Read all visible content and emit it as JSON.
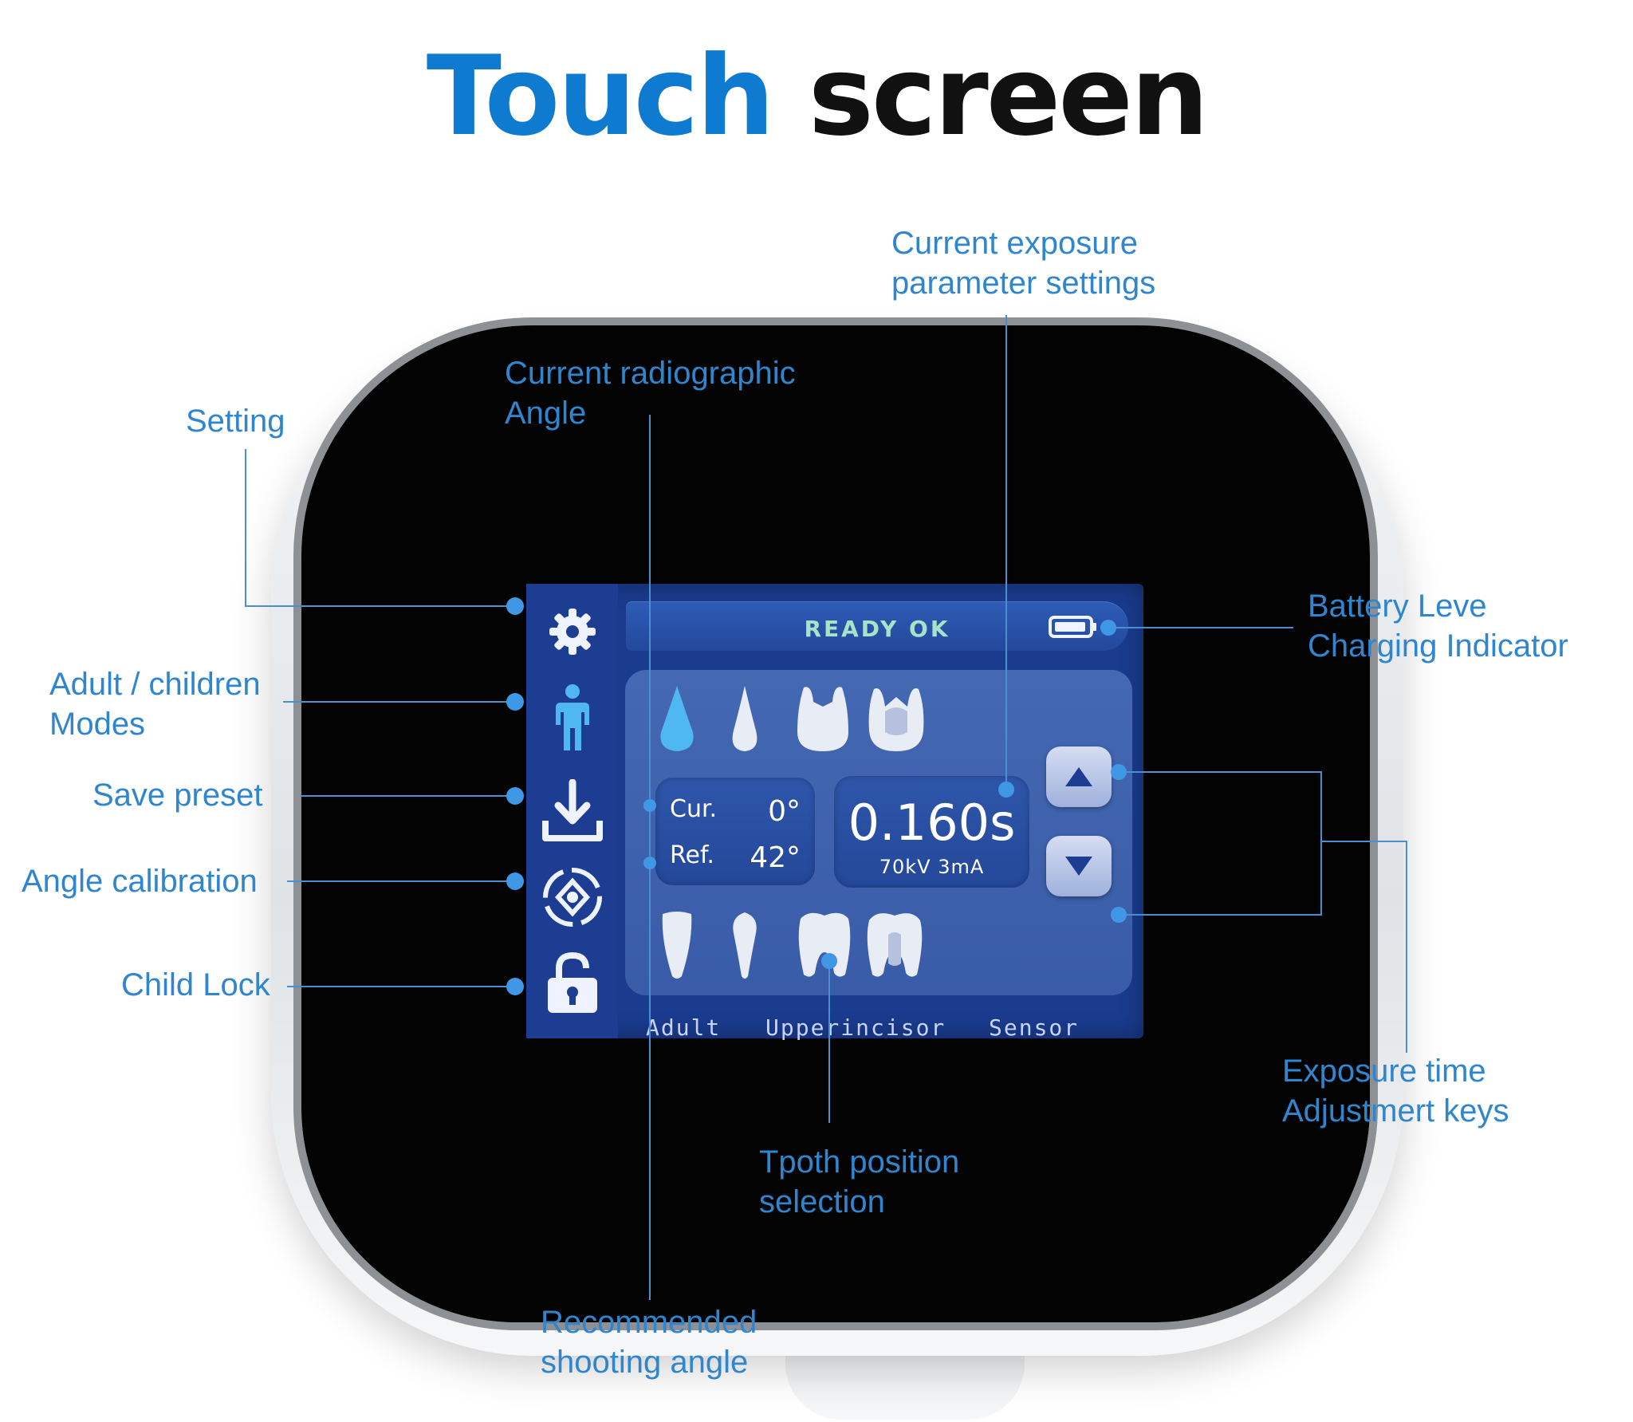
{
  "title": {
    "part1": "Touch",
    "part2": "screen"
  },
  "lcd": {
    "status": "READY OK",
    "angle": {
      "cur_label": "Cur.",
      "cur_value": "0°",
      "ref_label": "Ref.",
      "ref_value": "42°"
    },
    "exposure": {
      "time": "0.160s",
      "params": "70kV 3mA"
    },
    "footer": {
      "mode": "Adult",
      "tooth": "Upperincisor",
      "sensor": "Sensor"
    },
    "icons": {
      "setting": "gear-icon",
      "mode": "person-icon",
      "save": "download-icon",
      "calibration": "target-icon",
      "lock": "lock-icon",
      "battery": "battery-icon",
      "up": "arrow-up-icon",
      "down": "arrow-down-icon"
    }
  },
  "callouts": {
    "setting": "Setting",
    "modes_line1": "Adult / children",
    "modes_line2": "Modes",
    "save_preset": "Save preset",
    "angle_calibration": "Angle calibration",
    "child_lock": "Child Lock",
    "radiographic_line1": "Current radiographic",
    "radiographic_line2": "Angle",
    "exposure_params_line1": "Current exposure",
    "exposure_params_line2": "parameter settings",
    "battery_line1": "Battery Leve",
    "battery_line2": "Charging Indicator",
    "exposure_keys_line1": "Exposure time",
    "exposure_keys_line2": "Adjustmert keys",
    "tooth_line1": "Tpoth position",
    "tooth_line2": "selection",
    "recommended_line1": "Recommended",
    "recommended_line2": "shooting angle"
  },
  "colors": {
    "accent": "#0f7bd0",
    "callout": "#2f86cf",
    "lcd": "#1a3b8e",
    "status_text": "#a6e3c8"
  }
}
